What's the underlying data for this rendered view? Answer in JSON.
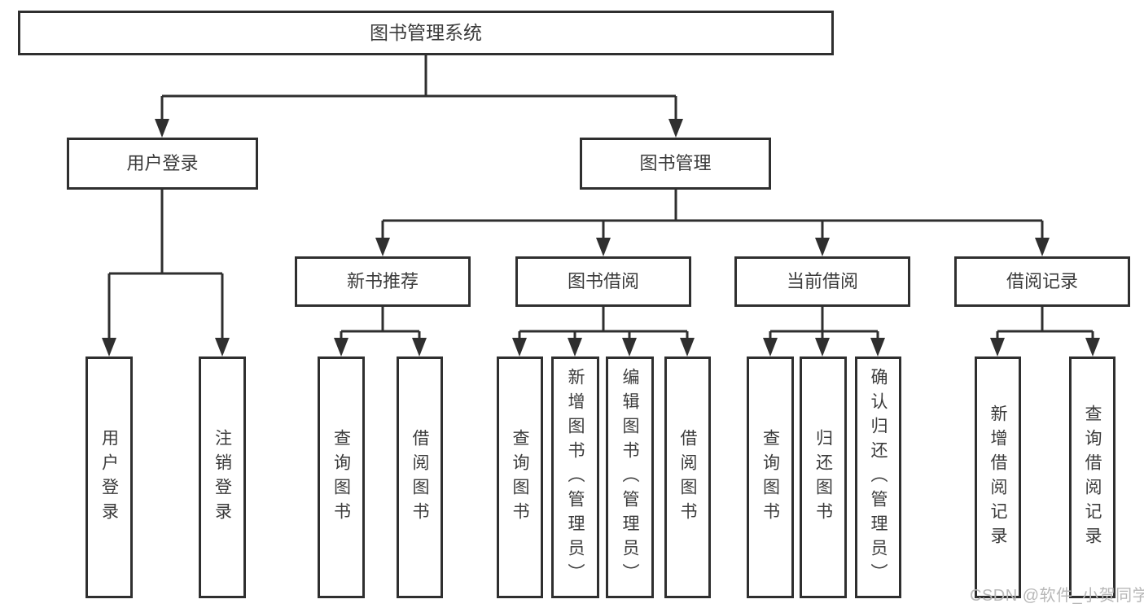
{
  "colors": {
    "line": "#2f2f2f",
    "text": "#3b3b3b",
    "box_background": "#ffffff",
    "page_background": "#ffffff",
    "watermark": "#b8b8b8"
  },
  "watermark": {
    "text": "CSDN @软件_小贺同学"
  },
  "tree": {
    "label": "图书管理系统",
    "children": [
      {
        "label": "用户登录",
        "children": [
          {
            "label": "用户登录"
          },
          {
            "label": "注销登录"
          }
        ]
      },
      {
        "label": "图书管理",
        "children": [
          {
            "label": "新书推荐",
            "children": [
              {
                "label": "查询图书"
              },
              {
                "label": "借阅图书"
              }
            ]
          },
          {
            "label": "图书借阅",
            "children": [
              {
                "label": "查询图书"
              },
              {
                "label": "新增图书（管理员）"
              },
              {
                "label": "编辑图书（管理员）"
              },
              {
                "label": "借阅图书"
              }
            ]
          },
          {
            "label": "当前借阅",
            "children": [
              {
                "label": "查询图书"
              },
              {
                "label": "归还图书"
              },
              {
                "label": "确认归还（管理员）"
              }
            ]
          },
          {
            "label": "借阅记录",
            "children": [
              {
                "label": "新增借阅记录"
              },
              {
                "label": "查询借阅记录"
              }
            ]
          }
        ]
      }
    ]
  }
}
